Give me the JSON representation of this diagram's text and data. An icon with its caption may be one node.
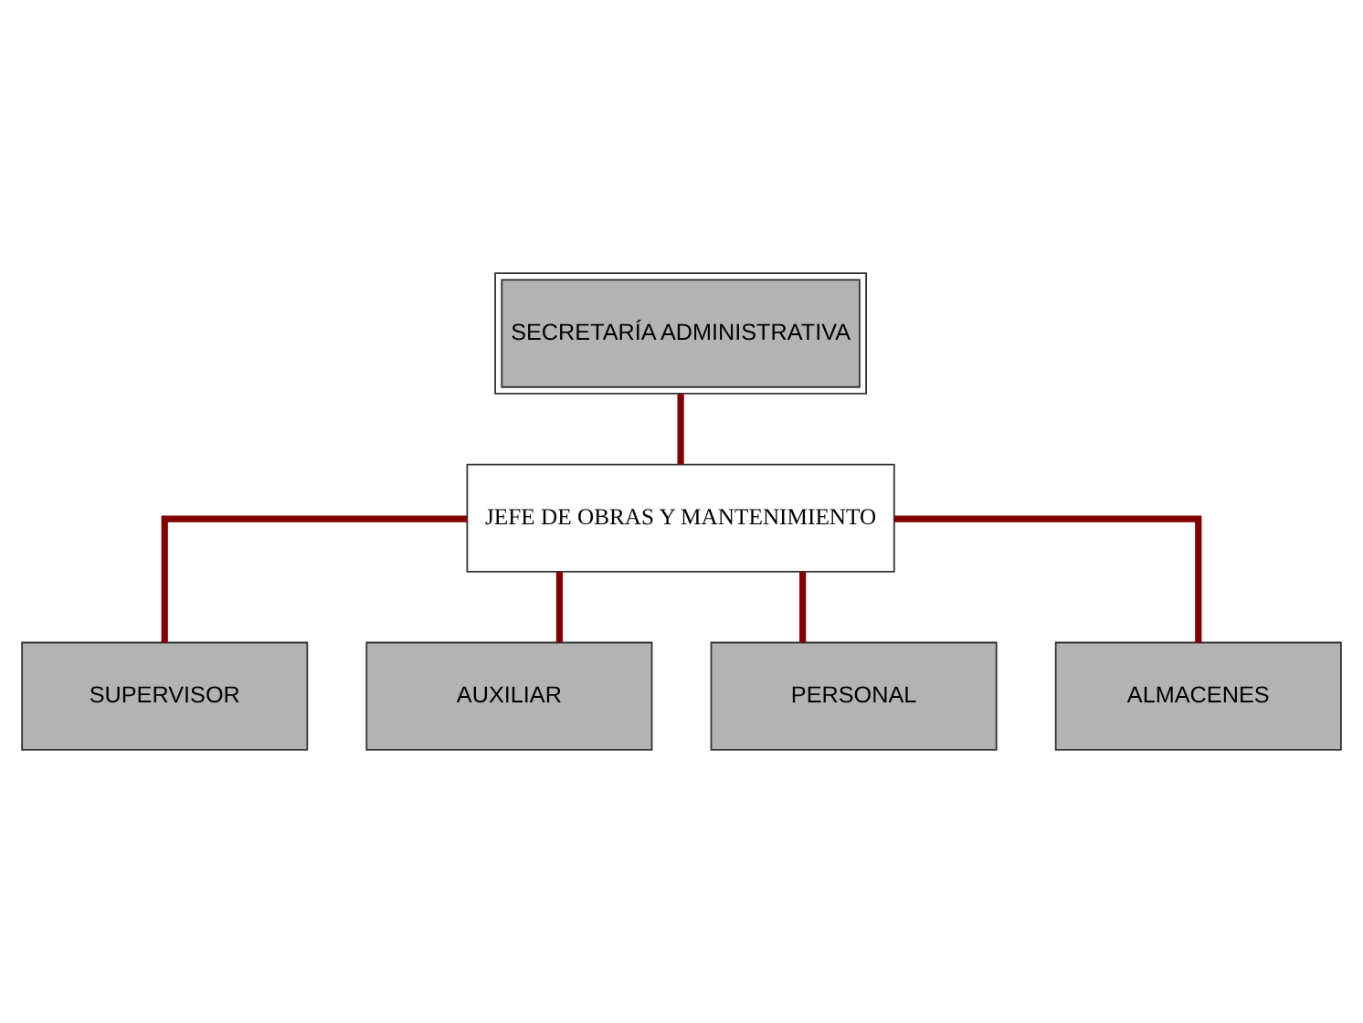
{
  "diagram": {
    "nodes": [
      {
        "text": [
          "SECRETARÍA ADMINISTRATIVA"
        ]
      },
      {
        "text": [
          "JEFE DE OBRAS Y MANTENIMIENTO"
        ]
      },
      {
        "text": [
          "SUPERVISOR"
        ]
      },
      {
        "text": [
          "AUXILIAR"
        ]
      },
      {
        "text": [
          "PERSONAL"
        ]
      },
      {
        "text": [
          "ALMACENES"
        ]
      }
    ],
    "edges": [
      {
        "from": 0,
        "to": 1,
        "arrow": "none"
      },
      {
        "from": 1,
        "to": 2,
        "arrow": "none"
      },
      {
        "from": 1,
        "to": 3,
        "arrow": "none"
      },
      {
        "from": 1,
        "to": 4,
        "arrow": "none"
      },
      {
        "from": 1,
        "to": 5,
        "arrow": "none"
      }
    ]
  }
}
